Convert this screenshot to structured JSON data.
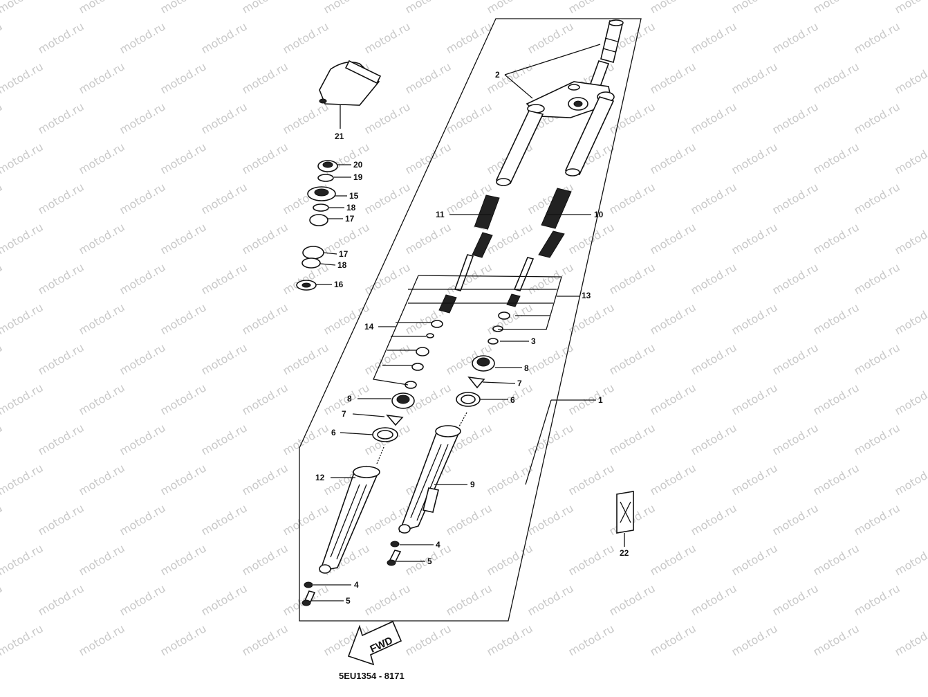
{
  "diagram": {
    "code": "5EU1354 - 8171",
    "fwd_label": "FWD",
    "watermark_text": "motod.ru",
    "colors": {
      "ink": "#111111",
      "watermark": "#c9c9c9",
      "paper": "#ffffff"
    }
  },
  "callouts": [
    {
      "id": "c2",
      "text": "2"
    },
    {
      "id": "c21",
      "text": "21"
    },
    {
      "id": "c20",
      "text": "20"
    },
    {
      "id": "c19",
      "text": "19"
    },
    {
      "id": "c15",
      "text": "15"
    },
    {
      "id": "c18a",
      "text": "18"
    },
    {
      "id": "c17a",
      "text": "17"
    },
    {
      "id": "c17b",
      "text": "17"
    },
    {
      "id": "c18b",
      "text": "18"
    },
    {
      "id": "c16",
      "text": "16"
    },
    {
      "id": "c11",
      "text": "11"
    },
    {
      "id": "c10",
      "text": "10"
    },
    {
      "id": "c13",
      "text": "13"
    },
    {
      "id": "c14",
      "text": "14"
    },
    {
      "id": "c3",
      "text": "3"
    },
    {
      "id": "c8a",
      "text": "8"
    },
    {
      "id": "c7a",
      "text": "7"
    },
    {
      "id": "c8b",
      "text": "8"
    },
    {
      "id": "c6a",
      "text": "6"
    },
    {
      "id": "c1",
      "text": "1"
    },
    {
      "id": "c7b",
      "text": "7"
    },
    {
      "id": "c6b",
      "text": "6"
    },
    {
      "id": "c12",
      "text": "12"
    },
    {
      "id": "c9",
      "text": "9"
    },
    {
      "id": "c22",
      "text": "22"
    },
    {
      "id": "c4a",
      "text": "4"
    },
    {
      "id": "c5a",
      "text": "5"
    },
    {
      "id": "c4b",
      "text": "4"
    },
    {
      "id": "c5b",
      "text": "5"
    }
  ]
}
